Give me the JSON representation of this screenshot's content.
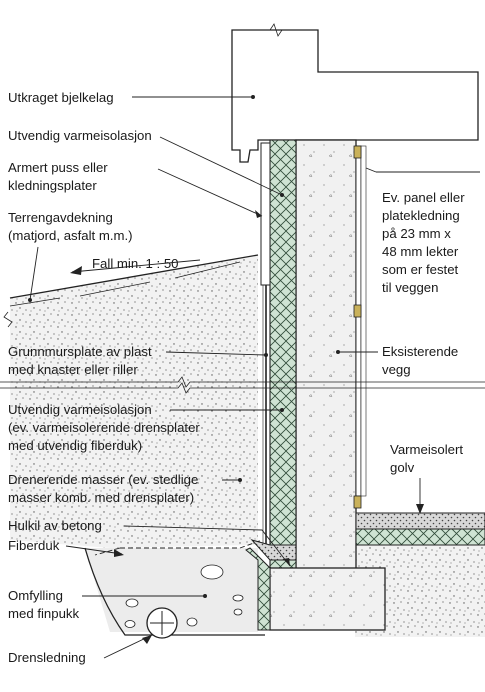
{
  "labels": {
    "utkraget_bjelkelag": "Utkraget bjelkelag",
    "utvendig_varmeisolasjon_1": "Utvendig varmeisolasjon",
    "armert_puss_l1": "Armert puss eller",
    "armert_puss_l2": "kledningsplater",
    "terrengavdekning_l1": "Terrengavdekning",
    "terrengavdekning_l2": "(matjord, asfalt m.m.)",
    "fall": "Fall min. 1 : 50",
    "panel_l1": "Ev. panel eller",
    "panel_l2": "platekledning",
    "panel_l3": "på 23 mm x",
    "panel_l4": "48 mm lekter",
    "panel_l5": "som er festet",
    "panel_l6": "til veggen",
    "grunnmursplate_l1": "Grunnmursplate av plast",
    "grunnmursplate_l2": "med knaster eller riller",
    "eksisterende_l1": "Eksisterende",
    "eksisterende_l2": "vegg",
    "utvendig_varmeisolasjon_2_l1": "Utvendig varmeisolasjon",
    "utvendig_varmeisolasjon_2_l2": "(ev. varmeisolerende drensplater",
    "utvendig_varmeisolasjon_2_l3": "med utvendig fiberduk)",
    "varmeisolert_l1": "Varmeisolert",
    "varmeisolert_l2": "golv",
    "drenerende_l1": "Drenerende masser (ev. stedlige",
    "drenerende_l2": "masser komb. med drensplater)",
    "hulkil": "Hulkil av betong",
    "fiberduk": "Fiberduk",
    "omfylling_l1": "Omfylling",
    "omfylling_l2": "med finpukk",
    "drensledning": "Drensledning"
  },
  "colors": {
    "insulation": "#cfe3d3",
    "concrete": "#efefef",
    "soil": "#e6e6e6",
    "line": "#222222"
  }
}
